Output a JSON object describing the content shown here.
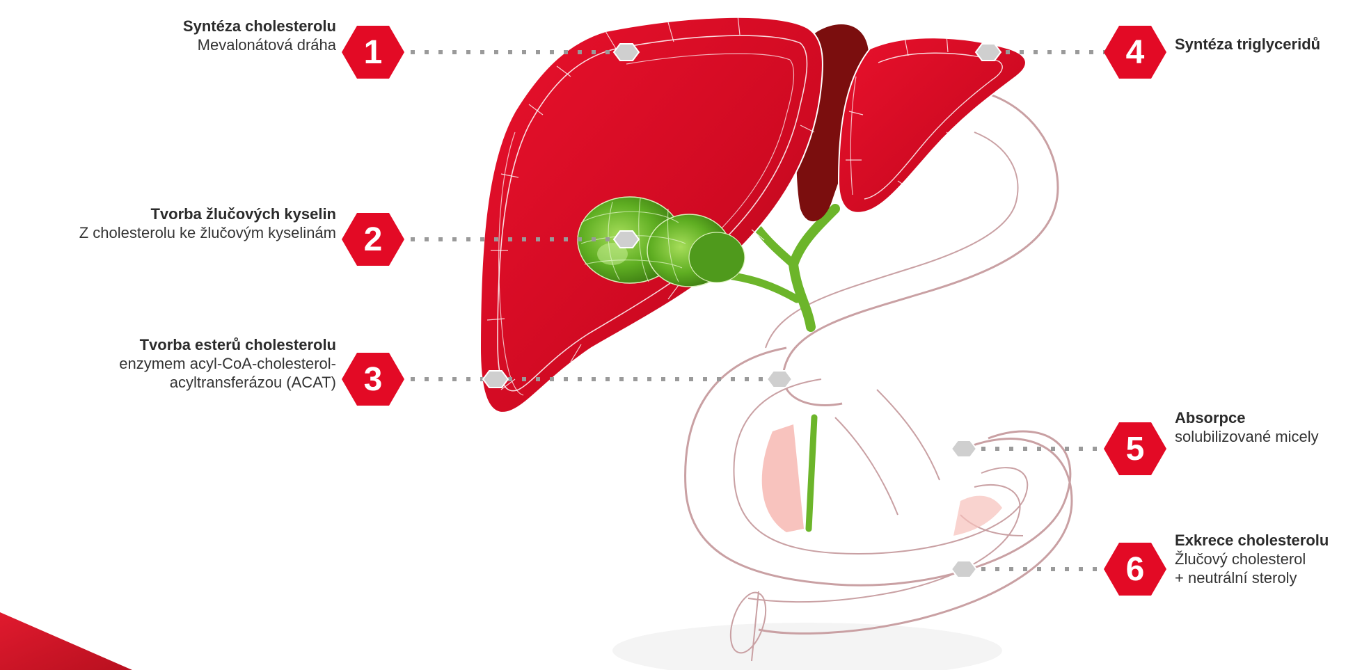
{
  "colors": {
    "accent": "#e30a25",
    "liver": "#d40b23",
    "liver_dark": "#a1081a",
    "gallbladder": "#5aa41c",
    "duct": "#6cb52a",
    "intestine_outline": "#c9a0a3",
    "connector": "#9a9a9a"
  },
  "icons": {
    "marker": "hexagon-badge-icon",
    "endpoint": "hexagon-dot-icon"
  },
  "labels": [
    {
      "number": "1",
      "title": "Syntéza cholesterolu",
      "lines": [
        "Mevalonátová dráha"
      ]
    },
    {
      "number": "2",
      "title": "Tvorba žlučových kyselin",
      "lines": [
        "Z cholesterolu ke žlučovým kyselinám"
      ]
    },
    {
      "number": "3",
      "title": "Tvorba esterů cholesterolu",
      "lines": [
        "enzymem acyl-CoA-cholesterol-",
        "acyltransferázou (ACAT)"
      ]
    },
    {
      "number": "4",
      "title": "Syntéza triglyceridů",
      "lines": []
    },
    {
      "number": "5",
      "title": "Absorpce",
      "lines": [
        "solubilizované micely"
      ]
    },
    {
      "number": "6",
      "title": "Exkrece cholesterolu",
      "lines": [
        "Žlučový cholesterol",
        "+ neutrální steroly"
      ]
    }
  ]
}
